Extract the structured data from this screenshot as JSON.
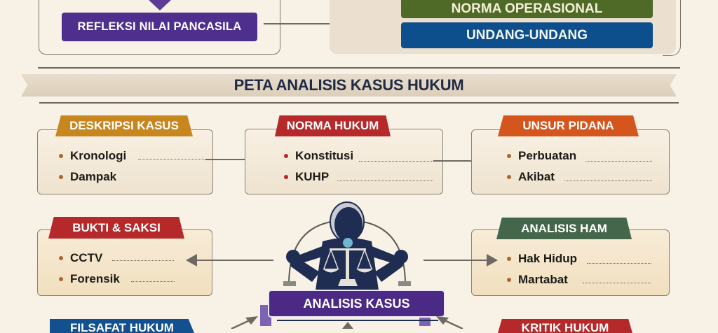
{
  "top": {
    "left_bar_label": "REFLEKSI NILAI PANCASILA",
    "right_bars": [
      {
        "label": "NORMA OPERASIONAL",
        "color": "#4f6a27"
      },
      {
        "label": "UNDANG-UNDANG",
        "color": "#0d4e8d"
      }
    ]
  },
  "title": "PETA ANALISIS KASUS HUKUM",
  "cards": {
    "deskripsi": {
      "title": "DESKRIPSI KASUS",
      "color": "#c8861f",
      "items": [
        "Kronologi",
        "Dampak"
      ]
    },
    "norma": {
      "title": "NORMA HUKUM",
      "color": "#b5292a",
      "items": [
        "Konstitusi",
        "KUHP"
      ]
    },
    "unsur": {
      "title": "UNSUR PIDANA",
      "color": "#d4561d",
      "items": [
        "Perbuatan",
        "Akibat"
      ]
    },
    "bukti": {
      "title": "BUKTI & SAKSI",
      "color": "#b5292a",
      "items": [
        "CCTV",
        "Forensik"
      ]
    },
    "ham": {
      "title": "ANALISIS HAM",
      "color": "#44664a",
      "items": [
        "Hak Hidup",
        "Martabat"
      ]
    }
  },
  "center": {
    "label": "ANALISIS KASUS",
    "icon": "judge-with-scales-icon"
  },
  "bottom": {
    "filsafat": {
      "title": "FILSAFAT HUKUM",
      "color": "#13508f"
    },
    "kritik": {
      "title": "KRITIK HUKUM",
      "color": "#b5292a"
    }
  },
  "colors": {
    "background": "#f8f1e6",
    "purple": "#4e2f8e",
    "navy": "#1f2a44",
    "arrow": "#6e6a63"
  }
}
